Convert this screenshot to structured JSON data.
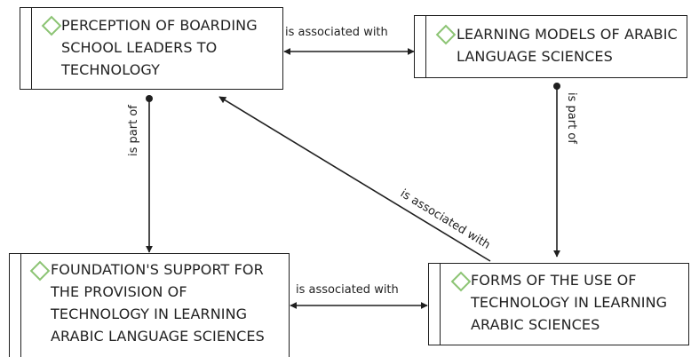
{
  "nodes": {
    "perception": {
      "text": "PERCEPTION OF BOARDING\nSCHOOL LEADERS TO\nTECHNOLOGY"
    },
    "learning_models": {
      "text": "LEARNING MODELS OF ARABIC\nLANGUAGE SCIENCES"
    },
    "foundation": {
      "text": "FOUNDATION'S SUPPORT FOR\nTHE PROVISION OF\nTECHNOLOGY IN LEARNING\nARABIC LANGUAGE SCIENCES"
    },
    "forms": {
      "text": "FORMS OF THE USE OF\nTECHNOLOGY IN LEARNING\nARABIC SCIENCES"
    }
  },
  "edges": {
    "perception_learning": "is associated with",
    "perception_foundation": "is part of",
    "learning_forms": "is part of",
    "forms_perception": "is associated with",
    "foundation_forms": "is associated with"
  },
  "colors": {
    "diamond": "#8cc474",
    "stroke": "#1f1f1f"
  }
}
